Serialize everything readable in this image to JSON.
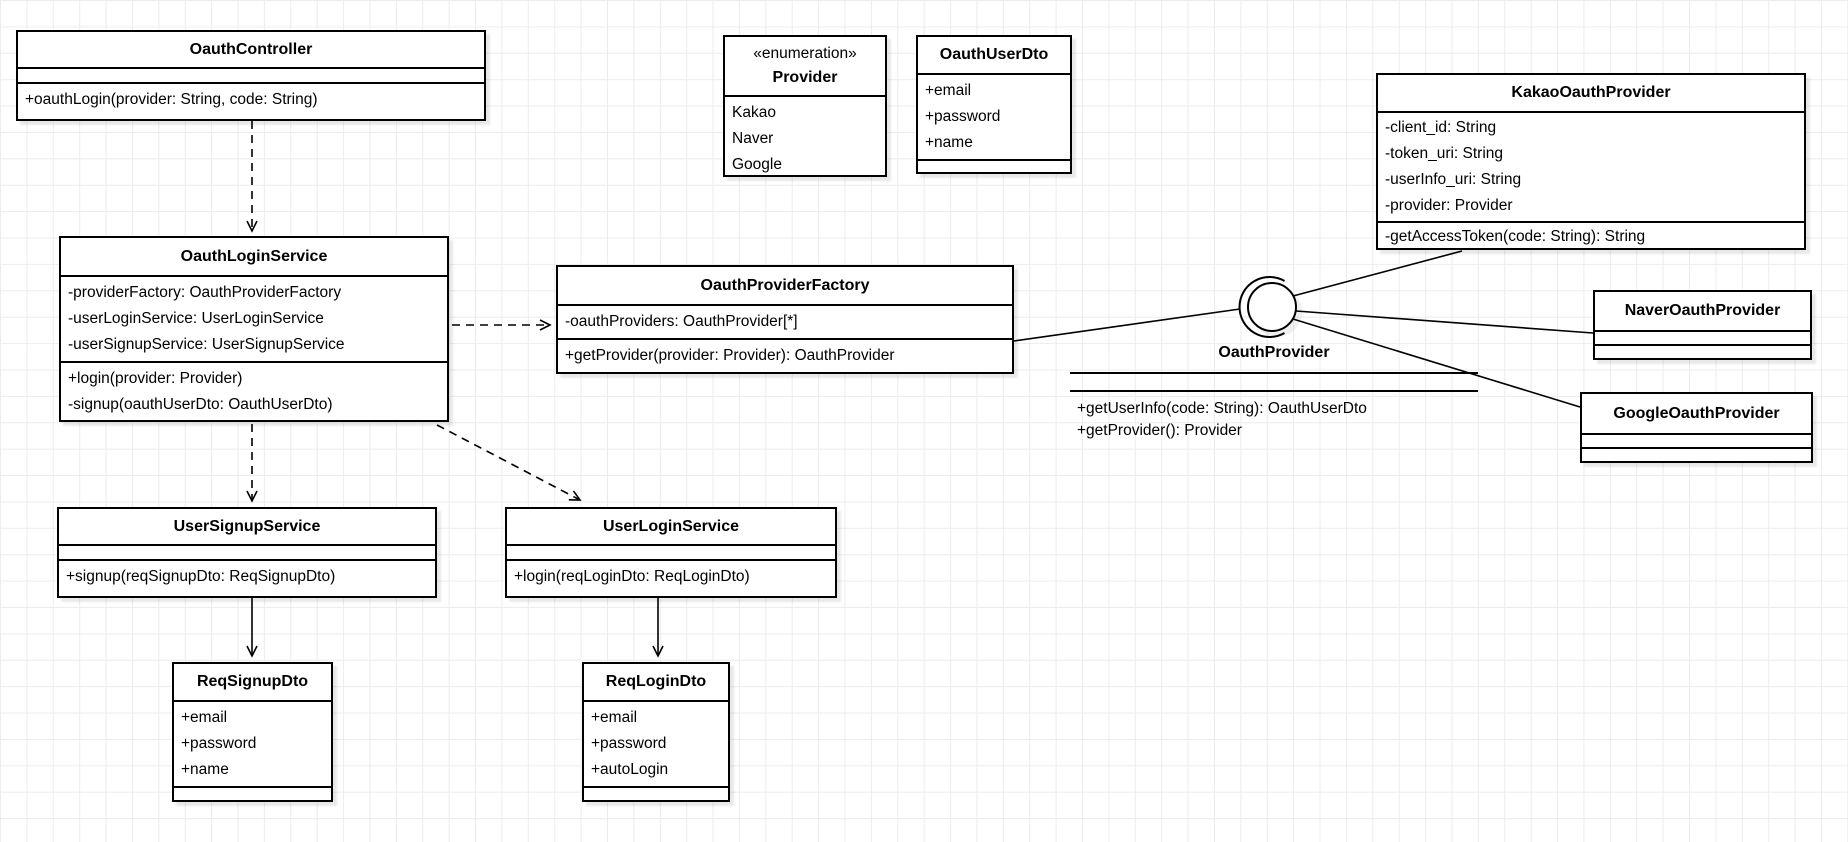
{
  "canvas": {
    "background_color": "#ffffff",
    "grid_color": "#ececec",
    "stroke_color": "#000000"
  },
  "classes": {
    "oauthController": {
      "title": "OauthController",
      "methods": [
        "+oauthLogin(provider: String, code: String)"
      ]
    },
    "providerEnum": {
      "stereotype": "«enumeration»",
      "title": "Provider",
      "values": [
        "Kakao",
        "Naver",
        "Google"
      ]
    },
    "oauthUserDto": {
      "title": "OauthUserDto",
      "attributes": [
        "+email",
        "+password",
        "+name"
      ]
    },
    "kakaoOauthProvider": {
      "title": "KakaoOauthProvider",
      "attributes": [
        "-client_id: String",
        "-token_uri: String",
        "-userInfo_uri: String",
        "-provider: Provider"
      ],
      "methods": [
        "-getAccessToken(code: String): String"
      ]
    },
    "oauthLoginService": {
      "title": "OauthLoginService",
      "attributes": [
        "-providerFactory: OauthProviderFactory",
        "-userLoginService: UserLoginService",
        "-userSignupService: UserSignupService"
      ],
      "methods": [
        "+login(provider: Provider)",
        "-signup(oauthUserDto: OauthUserDto)"
      ]
    },
    "oauthProviderFactory": {
      "title": "OauthProviderFactory",
      "attributes": [
        "-oauthProviders: OauthProvider[*]"
      ],
      "methods": [
        "+getProvider(provider: Provider): OauthProvider"
      ]
    },
    "naverOauthProvider": {
      "title": "NaverOauthProvider"
    },
    "googleOauthProvider": {
      "title": "GoogleOauthProvider"
    },
    "userSignupService": {
      "title": "UserSignupService",
      "methods": [
        "+signup(reqSignupDto: ReqSignupDto)"
      ]
    },
    "userLoginService": {
      "title": "UserLoginService",
      "methods": [
        "+login(reqLoginDto: ReqLoginDto)"
      ]
    },
    "reqSignupDto": {
      "title": "ReqSignupDto",
      "attributes": [
        "+email",
        "+password",
        "+name"
      ]
    },
    "reqLoginDto": {
      "title": "ReqLoginDto",
      "attributes": [
        "+email",
        "+password",
        "+autoLogin"
      ]
    }
  },
  "interface": {
    "title": "OauthProvider",
    "methods": [
      "+getUserInfo(code: String): OauthUserDto",
      "+getProvider(): Provider"
    ]
  }
}
